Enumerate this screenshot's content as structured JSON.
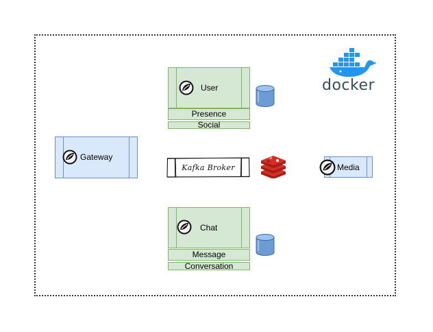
{
  "user_service": {
    "title": "User",
    "sub1": "Presence",
    "sub2": "Social"
  },
  "chat_service": {
    "title": "Chat",
    "sub1": "Message",
    "sub2": "Conversation"
  },
  "gateway": {
    "label": "Gateway"
  },
  "media": {
    "label": "Media"
  },
  "kafka": {
    "label": "Kafka Broker"
  },
  "docker": {
    "label": "docker"
  },
  "colors": {
    "service_fill": "#d5e8d4",
    "service_stroke": "#82b366",
    "gateway_fill": "#dae8fc",
    "gateway_stroke": "#6c8ebf",
    "database_fill": "#6d9bd6",
    "redis_red": "#d82c20",
    "docker_blue": "#2496ed"
  },
  "icons": [
    "spring-icon",
    "database-icon",
    "redis-icon",
    "docker-whale-icon"
  ]
}
